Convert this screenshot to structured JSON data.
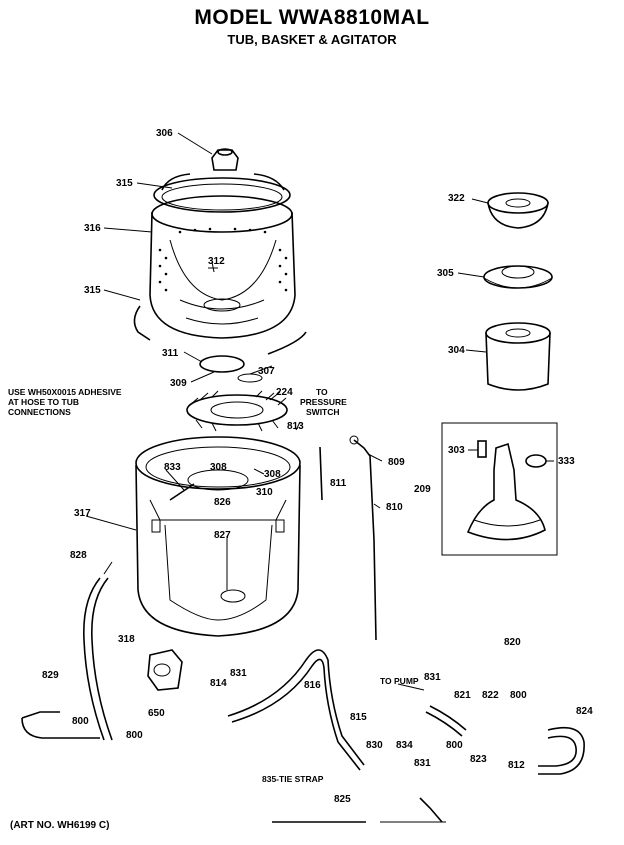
{
  "header": {
    "model": "MODEL WWA8810MAL",
    "section": "TUB, BASKET & AGITATOR"
  },
  "notes": {
    "adhesive": [
      "USE WH50X0015 ADHESIVE",
      "AT HOSE TO TUB",
      "CONNECTIONS"
    ],
    "pressure_switch": [
      "TO",
      "PRESSURE",
      "SWITCH"
    ],
    "to_pump": "TO PUMP",
    "tie_strap": "835-TIE STRAP",
    "art_no": "(ART NO. WH6199 C)"
  },
  "parts": [
    {
      "id": "p306",
      "label": "306"
    },
    {
      "id": "p315a",
      "label": "315"
    },
    {
      "id": "p316",
      "label": "316"
    },
    {
      "id": "p312",
      "label": "312"
    },
    {
      "id": "p315b",
      "label": "315"
    },
    {
      "id": "p311",
      "label": "311"
    },
    {
      "id": "p309",
      "label": "309"
    },
    {
      "id": "p307",
      "label": "307"
    },
    {
      "id": "p224",
      "label": "224"
    },
    {
      "id": "p813",
      "label": "813"
    },
    {
      "id": "p308a",
      "label": "308"
    },
    {
      "id": "p308b",
      "label": "308"
    },
    {
      "id": "p833",
      "label": "833"
    },
    {
      "id": "p310",
      "label": "310"
    },
    {
      "id": "p826",
      "label": "826"
    },
    {
      "id": "p317",
      "label": "317"
    },
    {
      "id": "p827",
      "label": "827"
    },
    {
      "id": "p811",
      "label": "811"
    },
    {
      "id": "p809",
      "label": "809"
    },
    {
      "id": "p810",
      "label": "810"
    },
    {
      "id": "p322",
      "label": "322"
    },
    {
      "id": "p305",
      "label": "305"
    },
    {
      "id": "p304",
      "label": "304"
    },
    {
      "id": "p303",
      "label": "303"
    },
    {
      "id": "p333",
      "label": "333"
    },
    {
      "id": "p209",
      "label": "209"
    },
    {
      "id": "p828",
      "label": "828"
    },
    {
      "id": "p318",
      "label": "318"
    },
    {
      "id": "p829",
      "label": "829"
    },
    {
      "id": "p800a",
      "label": "800"
    },
    {
      "id": "p800b",
      "label": "800"
    },
    {
      "id": "p650",
      "label": "650"
    },
    {
      "id": "p814",
      "label": "814"
    },
    {
      "id": "p831a",
      "label": "831"
    },
    {
      "id": "p816",
      "label": "816"
    },
    {
      "id": "p815",
      "label": "815"
    },
    {
      "id": "p830",
      "label": "830"
    },
    {
      "id": "p834",
      "label": "834"
    },
    {
      "id": "p831b",
      "label": "831"
    },
    {
      "id": "p831c",
      "label": "831"
    },
    {
      "id": "p821",
      "label": "821"
    },
    {
      "id": "p822",
      "label": "822"
    },
    {
      "id": "p800c",
      "label": "800"
    },
    {
      "id": "p800d",
      "label": "800"
    },
    {
      "id": "p820",
      "label": "820"
    },
    {
      "id": "p824",
      "label": "824"
    },
    {
      "id": "p823",
      "label": "823"
    },
    {
      "id": "p812",
      "label": "812"
    },
    {
      "id": "p825",
      "label": "825"
    }
  ]
}
